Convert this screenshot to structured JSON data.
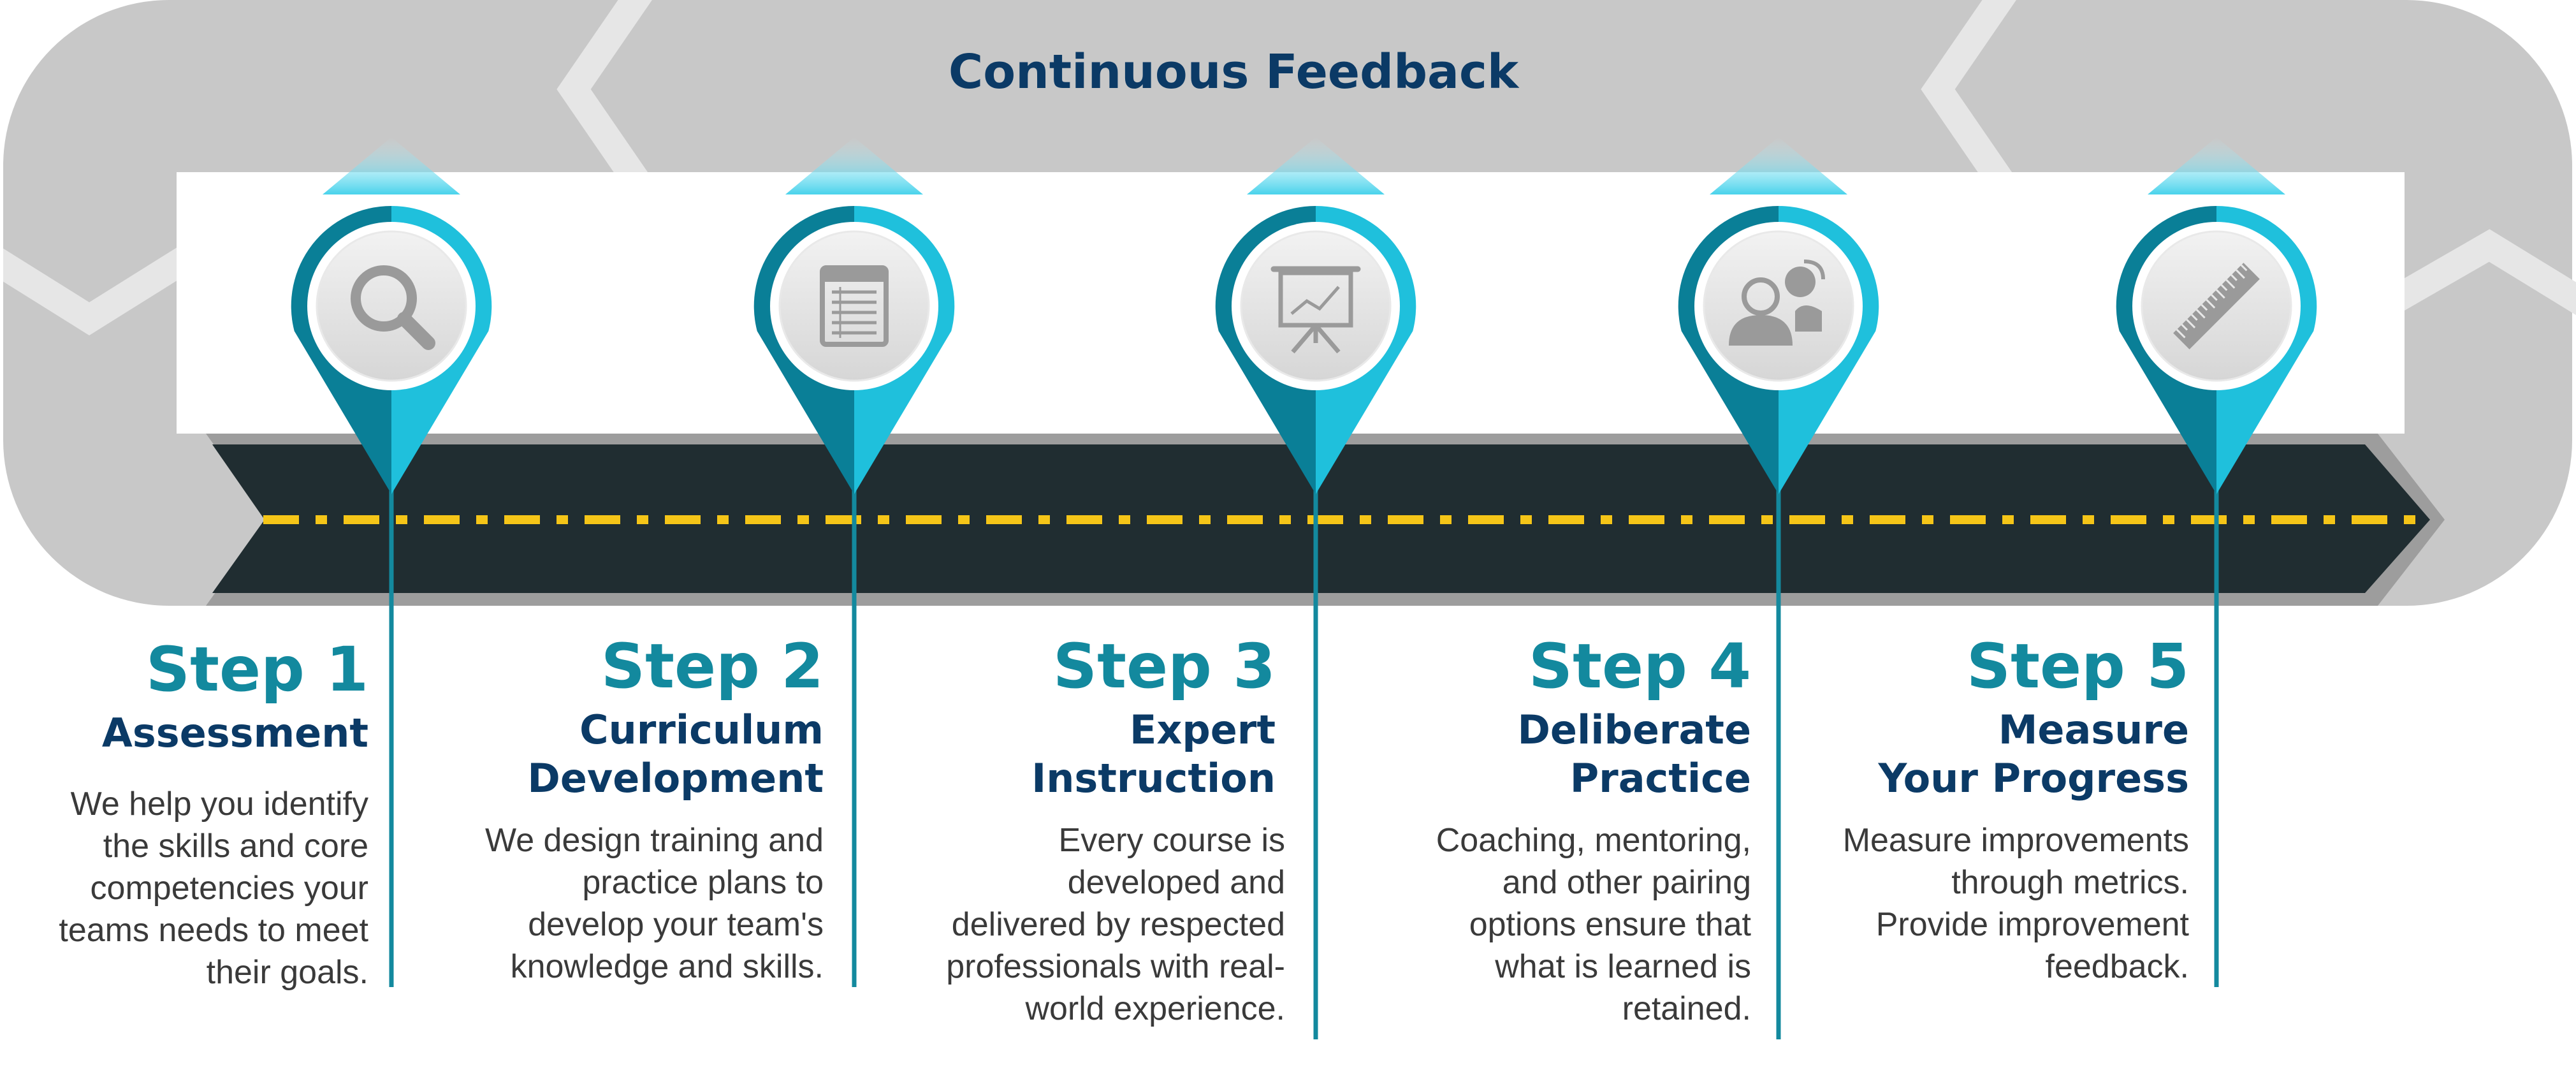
{
  "title": "Continuous Feedback",
  "colors": {
    "arrow_gray": "#c8c8c8",
    "chevron_light": "#e3e3e3",
    "road": "#202d31",
    "road_shadow": "#9d9d9d",
    "lane_dash": "#f5c518",
    "pin_dark": "#0a7f97",
    "pin_light": "#1fc0dc",
    "step_number": "#13899e",
    "step_name": "#0b3a66",
    "body_text": "#3a3a3a"
  },
  "steps": [
    {
      "number": "Step 1",
      "name": [
        "Assessment"
      ],
      "description": [
        "We help you identify",
        "the skills and core",
        "competencies your",
        "teams needs to meet",
        "their goals."
      ],
      "icon": "magnifier-icon"
    },
    {
      "number": "Step 2",
      "name": [
        "Curriculum",
        "Development"
      ],
      "description": [
        "We design training and",
        "practice plans to",
        "develop your team's",
        "knowledge and skills."
      ],
      "icon": "document-list-icon"
    },
    {
      "number": "Step 3",
      "name": [
        "Expert",
        "Instruction"
      ],
      "description": [
        "Every course is",
        "developed and",
        "delivered by respected",
        "professionals with real-",
        "world experience."
      ],
      "icon": "presentation-board-icon"
    },
    {
      "number": "Step 4",
      "name": [
        "Deliberate",
        "Practice"
      ],
      "description": [
        "Coaching, mentoring,",
        "and other pairing",
        "options ensure that",
        "what is learned is",
        "retained."
      ],
      "icon": "people-chat-icon"
    },
    {
      "number": "Step 5",
      "name": [
        "Measure",
        "Your Progress"
      ],
      "description": [
        "Measure improvements",
        "through metrics.",
        "Provide improvement",
        "feedback."
      ],
      "icon": "ruler-icon"
    }
  ]
}
